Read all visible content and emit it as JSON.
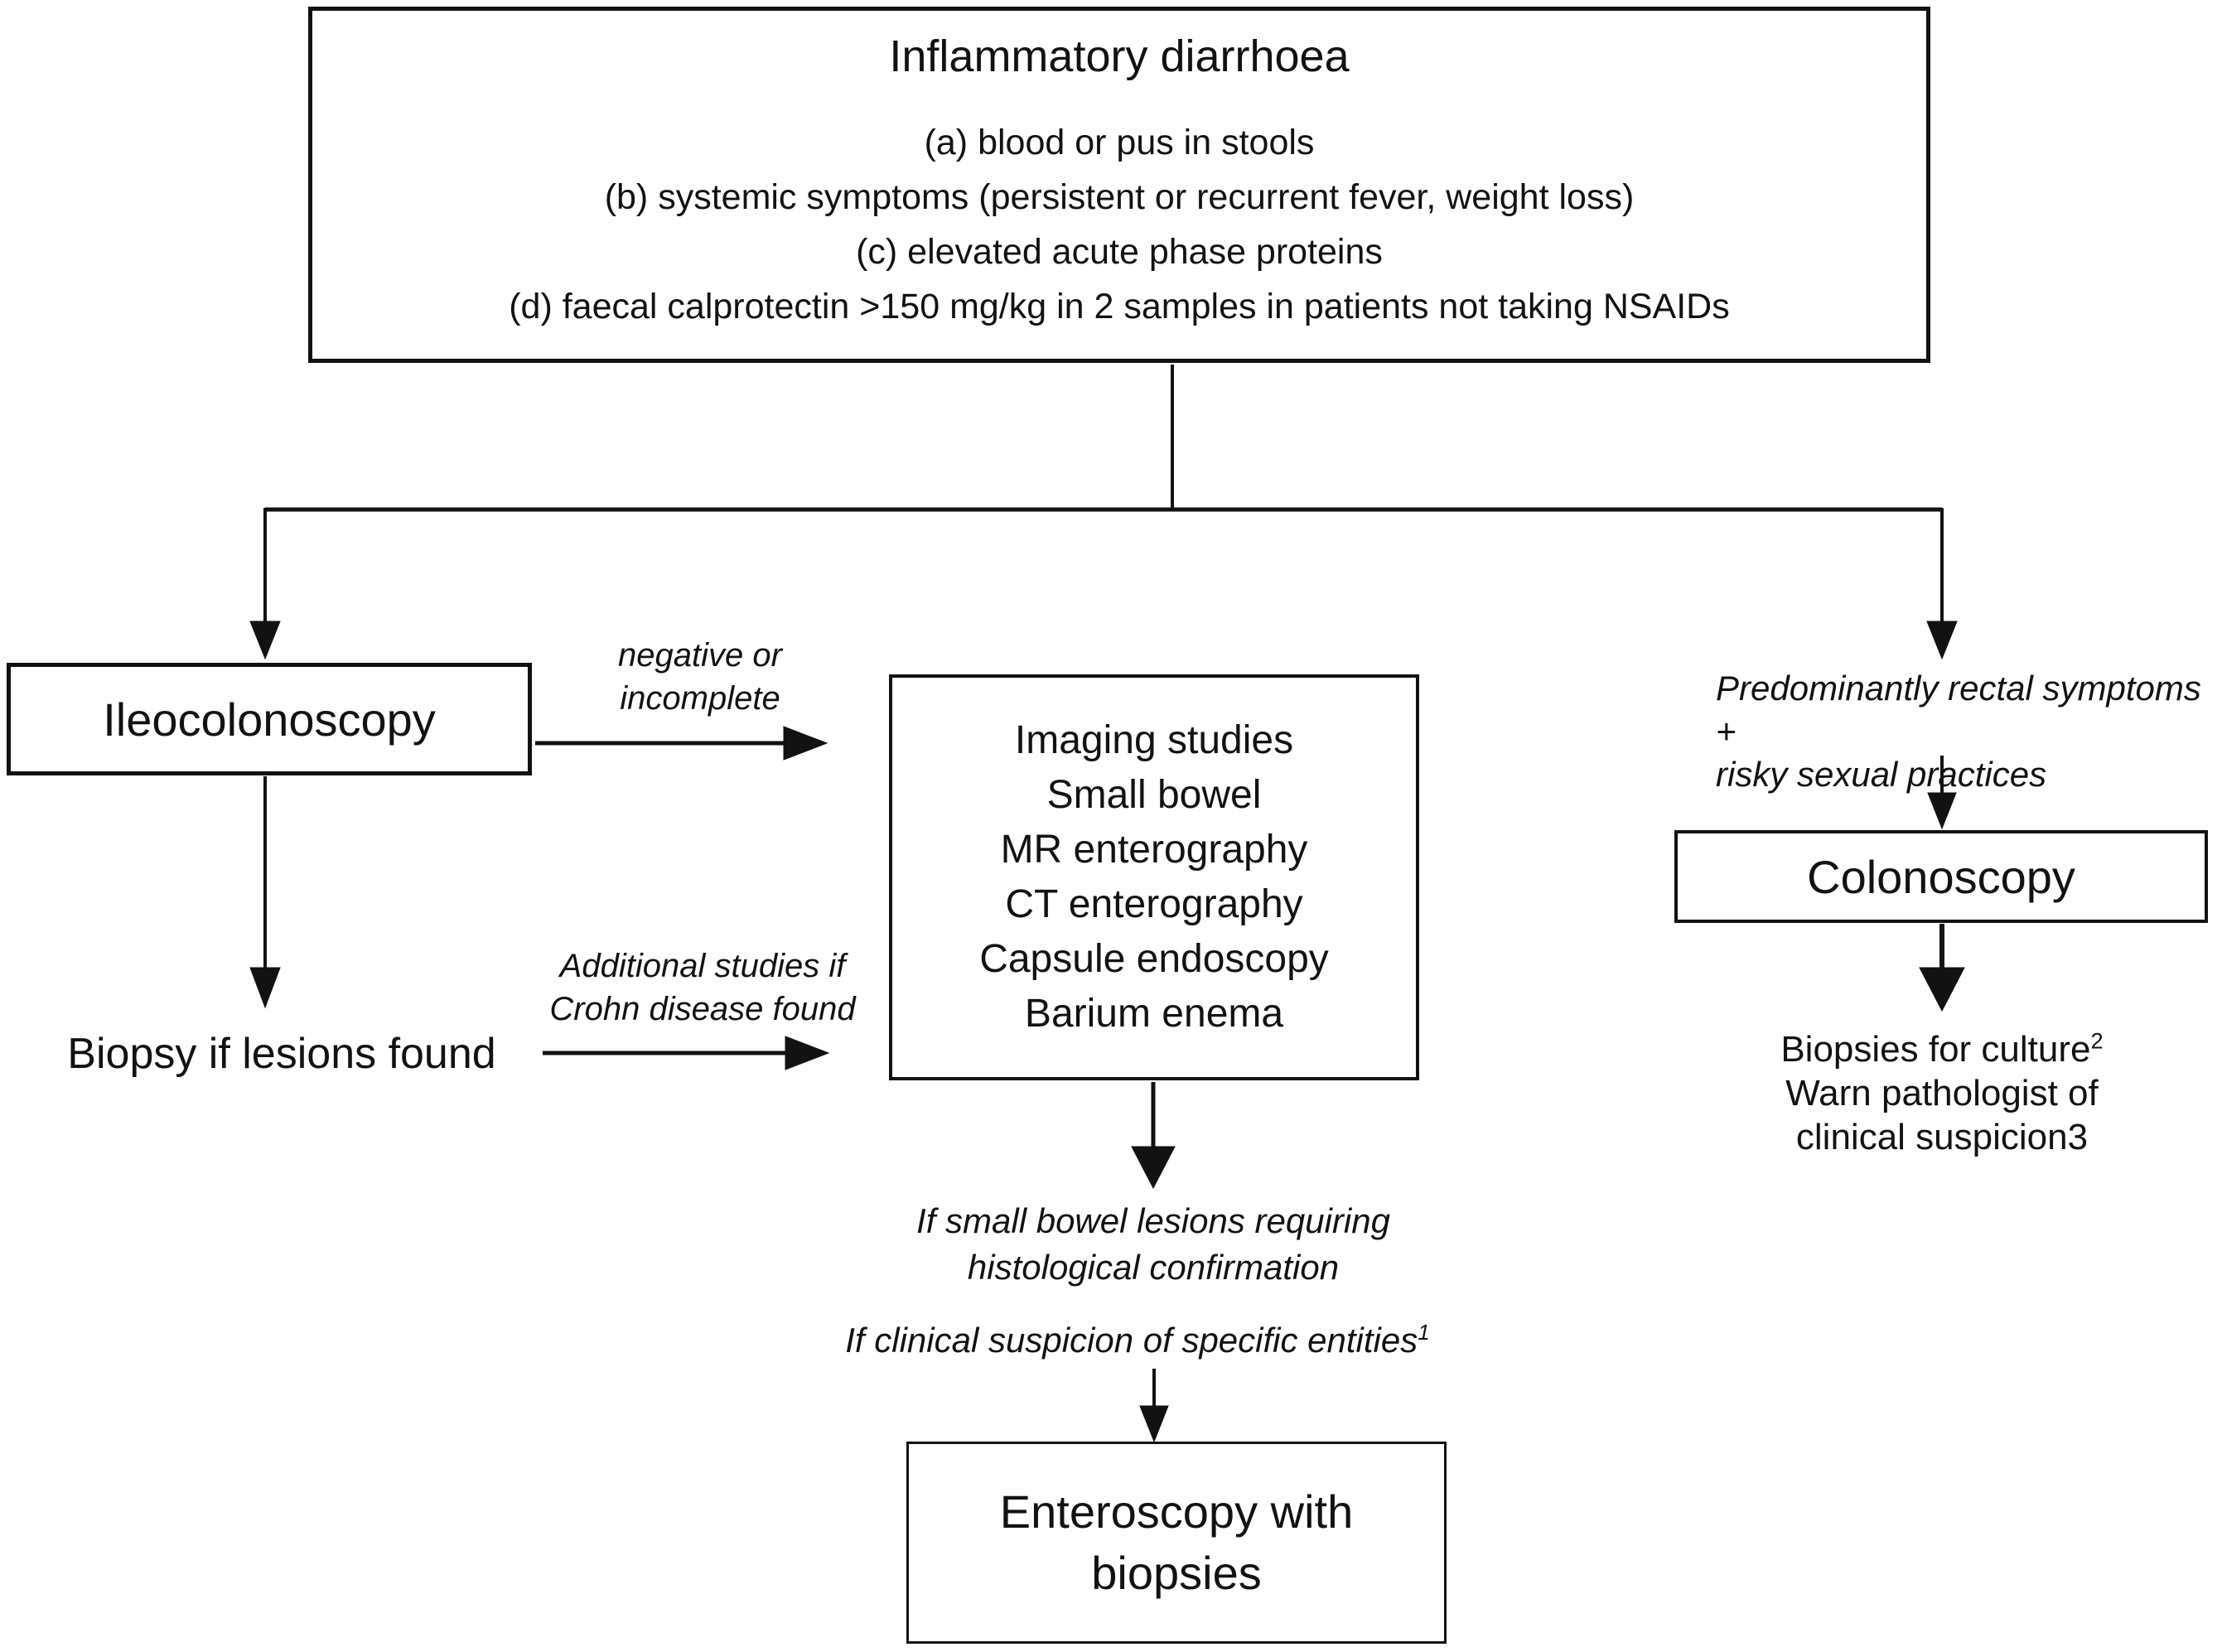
{
  "colors": {
    "ink": "#121212",
    "paper": "#ffffff"
  },
  "top_box": {
    "title": "Inflammatory diarrhoea",
    "criteria": [
      "(a) blood or pus in stools",
      "(b) systemic symptoms (persistent or recurrent fever, weight loss)",
      "(c) elevated acute phase proteins",
      "(d) faecal calprotectin >150 mg/kg in 2 samples in patients not taking NSAIDs"
    ]
  },
  "left_branch": {
    "ileocolonoscopy_box": "Ileocolonoscopy",
    "negative_label": {
      "line1": "negative or",
      "line2": "incomplete"
    },
    "biopsy_text": "Biopsy if lesions found",
    "additional_label": {
      "line1": "Additional studies if",
      "line2": "Crohn disease found"
    }
  },
  "center_branch": {
    "imaging_box": {
      "lines": [
        "Imaging studies",
        "Small bowel",
        "MR enterography",
        "CT enterography",
        "Capsule endoscopy",
        "Barium enema"
      ]
    },
    "small_bowel_label": {
      "line1": "If small bowel lesions requiring",
      "line2": "histological confirmation"
    },
    "entities_label": {
      "text": "If clinical suspicion of specific entities",
      "superscript": "1"
    },
    "enteroscopy_box": {
      "line1": "Enteroscopy with",
      "line2": "biopsies"
    }
  },
  "right_branch": {
    "rectal_label": {
      "line1": "Predominantly rectal symptoms +",
      "line2": "risky sexual practices"
    },
    "colonoscopy_box": "Colonoscopy",
    "biopsies_note": {
      "line1": "Biopsies for culture",
      "line1_superscript": "2",
      "line2": "Warn pathologist of",
      "line3": "clinical suspicion3"
    }
  }
}
